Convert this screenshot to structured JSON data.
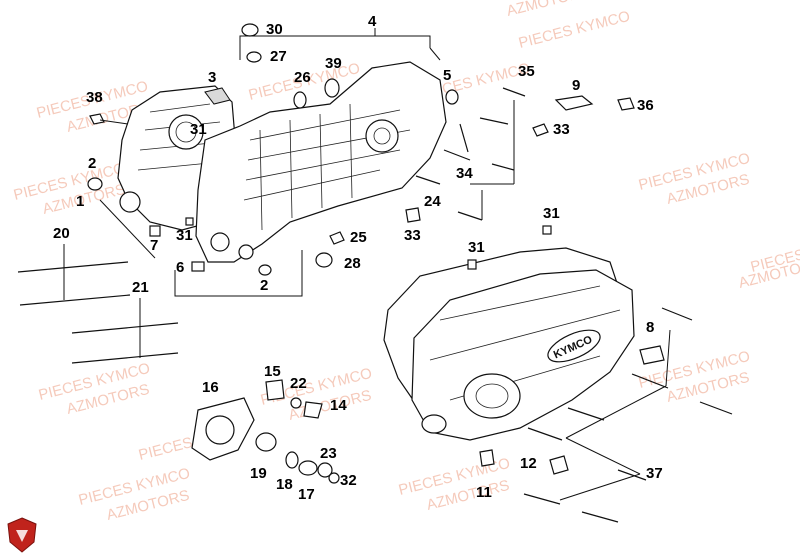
{
  "watermark": {
    "line1": "PIECES KYMCO",
    "line2": "AZMOTORS",
    "color": "#f2b9a5"
  },
  "cover_logo_text": "KYMCO",
  "corner_logo": {
    "icon": "azmotors-shield-icon",
    "color": "#c0231c"
  },
  "callouts": {
    "n1": "1",
    "n2a": "2",
    "n2b": "2",
    "n3": "3",
    "n4": "4",
    "n5": "5",
    "n6": "6",
    "n7": "7",
    "n8": "8",
    "n9": "9",
    "n11": "11",
    "n12": "12",
    "n14": "14",
    "n15": "15",
    "n16": "16",
    "n17": "17",
    "n18": "18",
    "n19": "19",
    "n20": "20",
    "n21": "21",
    "n22": "22",
    "n23": "23",
    "n24": "24",
    "n25": "25",
    "n26": "26",
    "n27": "27",
    "n28": "28",
    "n30": "30",
    "n31a": "31",
    "n31b": "31",
    "n31c": "31",
    "n31d": "31",
    "n32": "32",
    "n33a": "33",
    "n33b": "33",
    "n34": "34",
    "n35": "35",
    "n36": "36",
    "n37": "37",
    "n38": "38",
    "n39": "39"
  }
}
